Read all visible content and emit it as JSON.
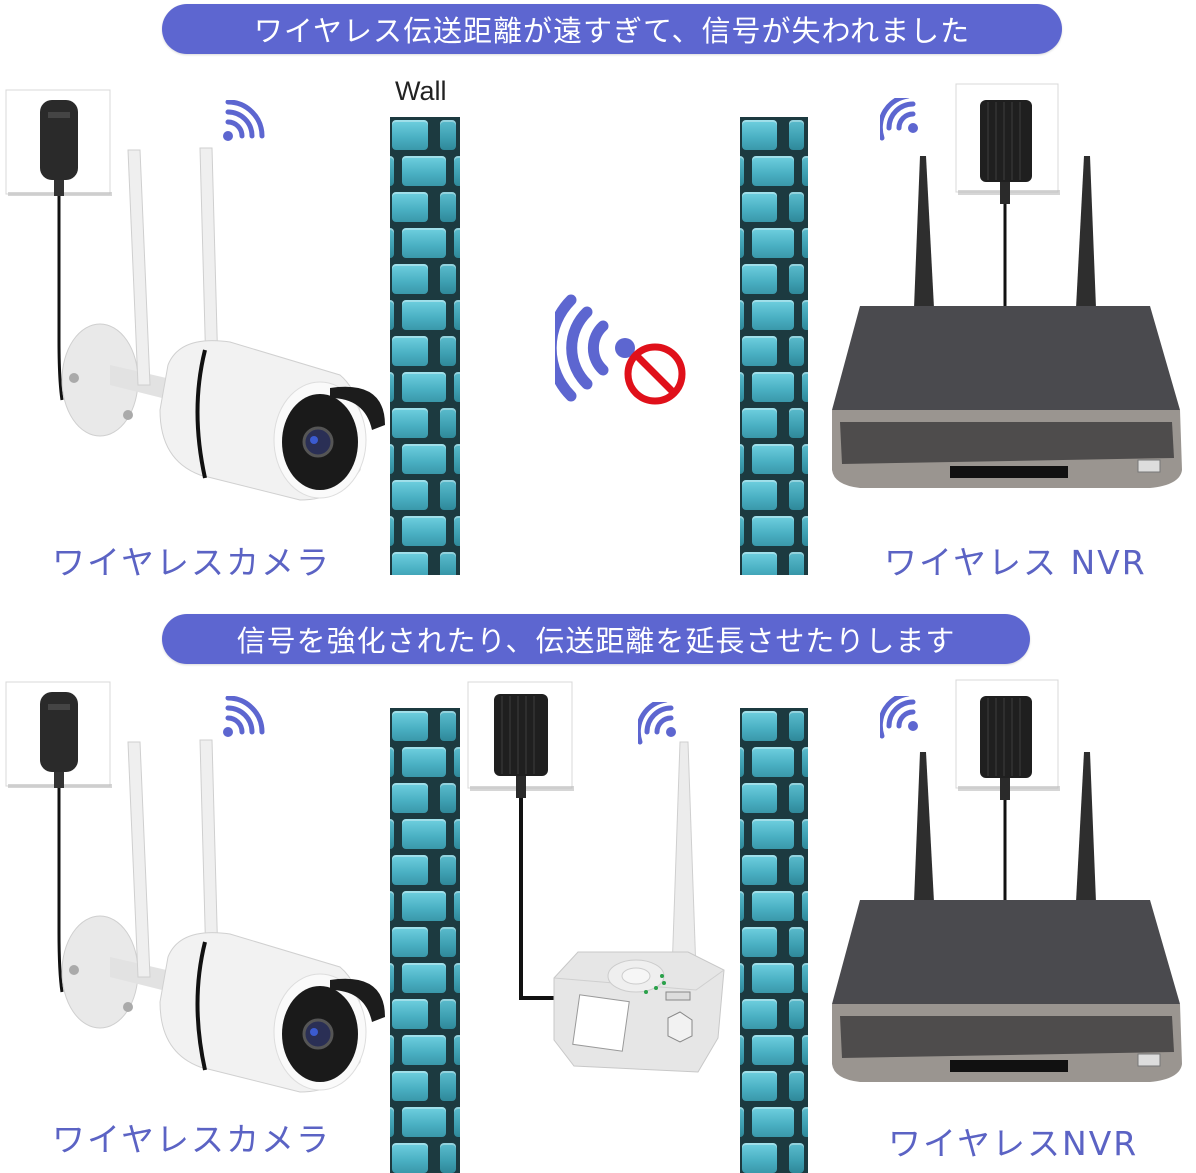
{
  "colors": {
    "banner_bg": "#5d66d0",
    "banner_text": "#ffffff",
    "caption_text": "#5b63c4",
    "wifi_icon": "#5d66d0",
    "no_signal_icon": "#e0101a",
    "wall_brick": "#49afc2",
    "wall_mortar": "#1c3a40"
  },
  "top_panel": {
    "banner": "ワイヤレス伝送距離が遠すぎて、信号が失われました",
    "wall_label": "Wall",
    "camera_caption": "ワイヤレスカメラ",
    "nvr_caption": "ワイヤレス NVR",
    "center_icon": "wifi-blocked-icon"
  },
  "bottom_panel": {
    "banner": "信号を強化されたり、伝送距離を延長させたりします",
    "camera_caption": "ワイヤレスカメラ",
    "nvr_caption": "ワイヤレスNVR",
    "repeater": "wifi-repeater"
  }
}
